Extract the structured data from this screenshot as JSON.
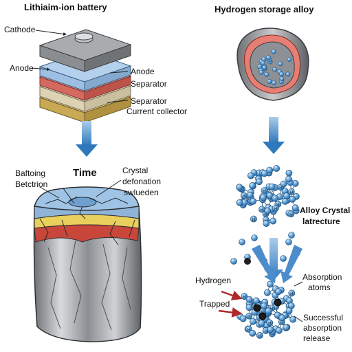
{
  "left": {
    "title": "Lithiaim-ion battery",
    "labels": {
      "cathode": "Cathode",
      "anode_left": "Anode",
      "anode_right": "Anode",
      "separator_1": "Separator",
      "separator_2": "Separator",
      "current_collector": "Current collector"
    },
    "time_label": "Time",
    "degraded_labels": {
      "baftoing": "Baftoing",
      "betctrion": "Betctrion",
      "crystal_1": "Crystal",
      "crystal_2": "defonation",
      "crystal_3": "swlueden"
    }
  },
  "right": {
    "title": "Hydrogen storage alloy",
    "alloy_label_1": "Alloy Crystal",
    "alloy_label_2": "latrecture",
    "hydrogen": "Hydrogen",
    "trapped": "Trapped",
    "absorption_1": "Absorption",
    "absorption_2": "atoms",
    "release_1": "Successful",
    "release_2": "absorption",
    "release_3": "release",
    "atom_symbol": "H"
  },
  "colors": {
    "arrow_blue": "#3d86c6",
    "sphere_blue": "#5a9fd6",
    "trap_red": "#b0282a",
    "cathode_grey": "#8f9294",
    "anode_blue": "#9fc0e0",
    "separator_red": "#d86d63",
    "separator_cream": "#e9dfc2",
    "collector_gold": "#d9bd6a"
  }
}
